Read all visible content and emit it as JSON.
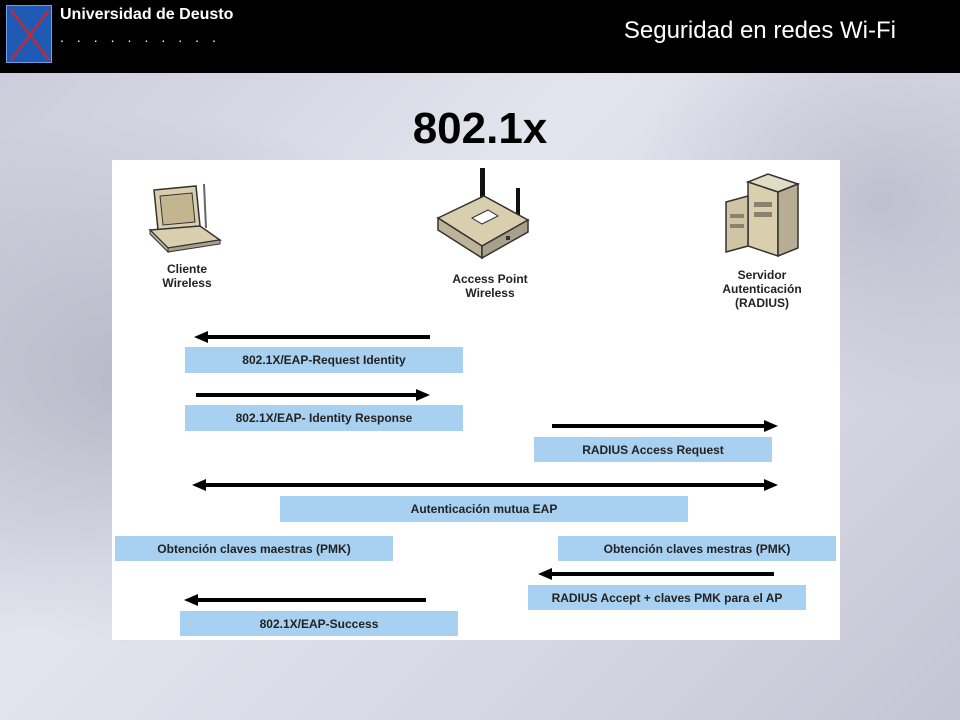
{
  "header": {
    "university": "Universidad de Deusto",
    "dots": "..........",
    "course_title": "Seguridad en redes Wi-Fi"
  },
  "slide": {
    "title": "802.1x"
  },
  "diagram": {
    "devices": {
      "client": {
        "line1": "Cliente",
        "line2": "Wireless"
      },
      "access_point": {
        "line1": "Access Point",
        "line2": "Wireless"
      },
      "server": {
        "line1": "Servidor",
        "line2": "Autenticación",
        "line3": "(RADIUS)"
      }
    },
    "messages": {
      "request_identity": "802.1X/EAP-Request Identity",
      "identity_response": "802.1X/EAP- Identity Response",
      "radius_access_request": "RADIUS Access Request",
      "mutual_auth": "Autenticación mutua EAP",
      "pmk_client": "Obtención claves maestras (PMK)",
      "pmk_server": "Obtención claves mestras (PMK)",
      "radius_accept": "RADIUS Accept + claves PMK para el AP",
      "eap_success": "802.1X/EAP-Success"
    }
  }
}
